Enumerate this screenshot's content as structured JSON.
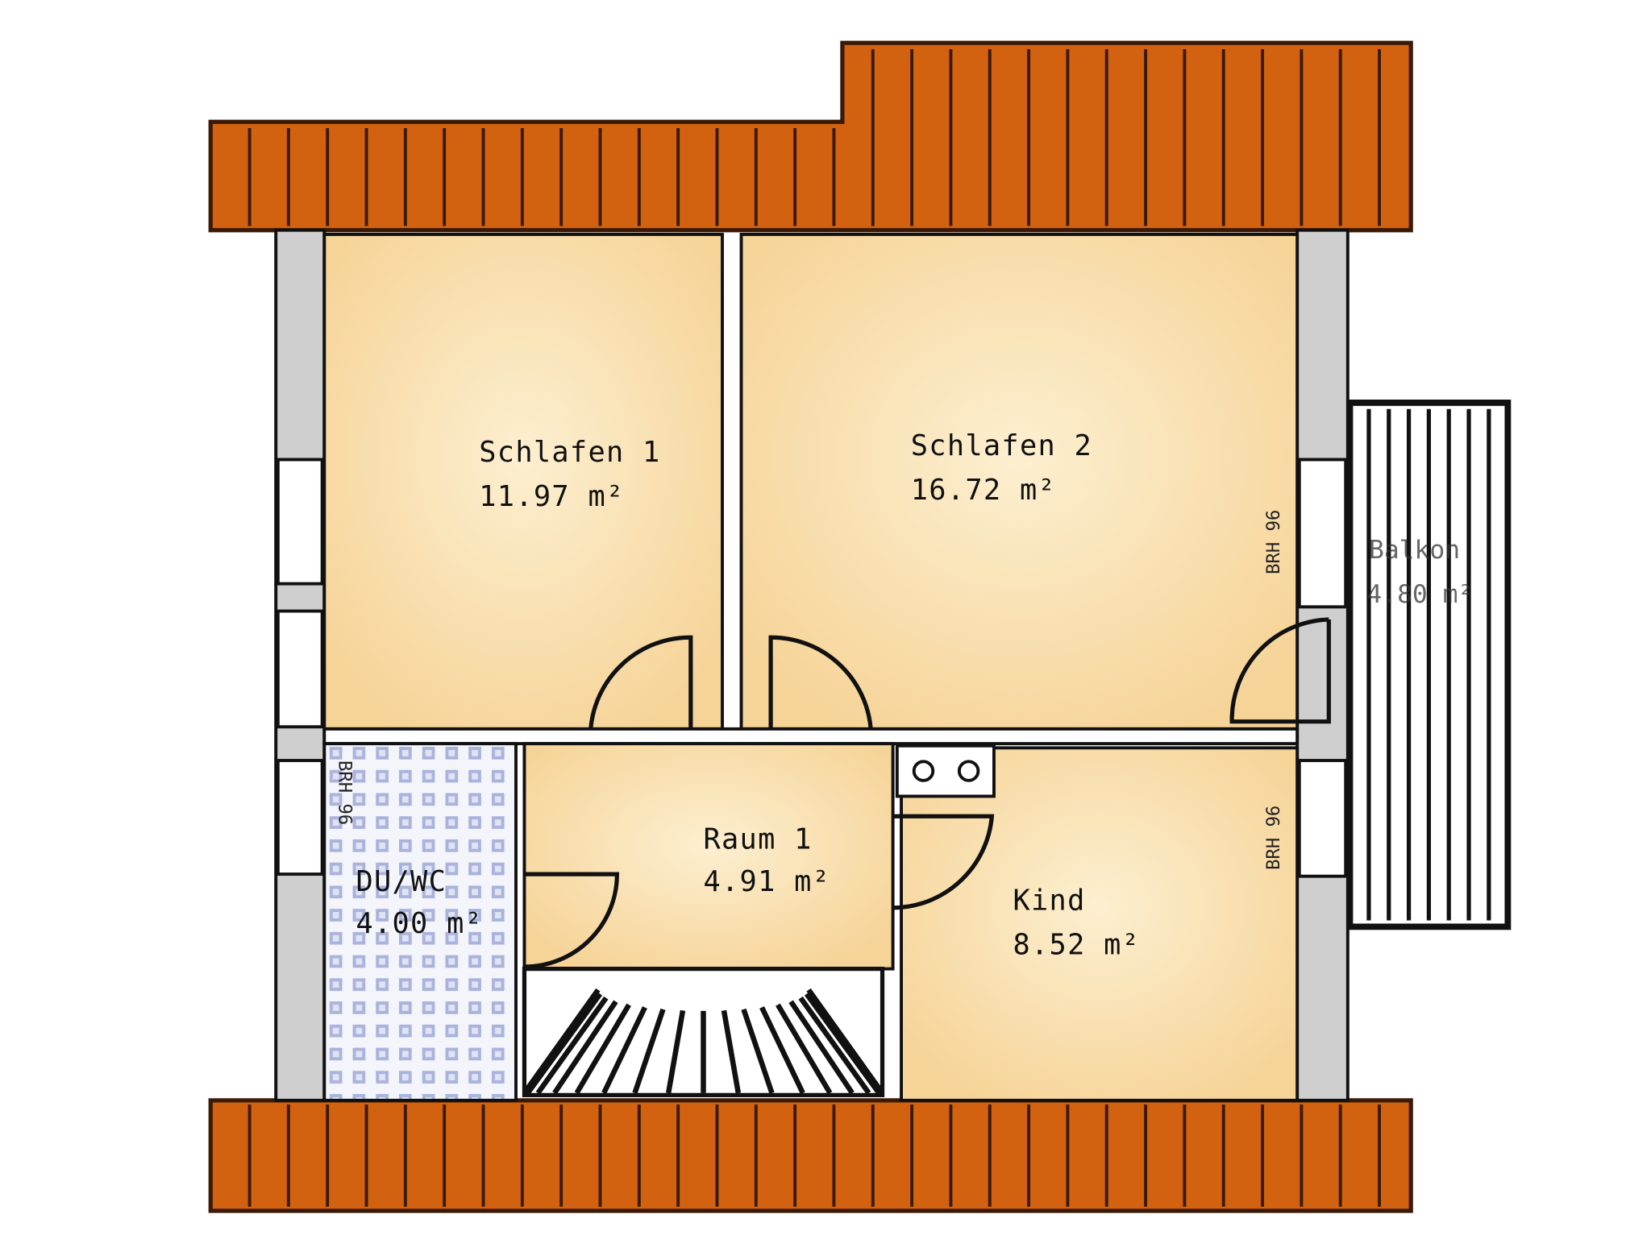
{
  "plan": {
    "rooms": [
      {
        "id": "schlafen1",
        "name": "Schlafen 1",
        "area": "11.97 m²"
      },
      {
        "id": "schlafen2",
        "name": "Schlafen 2",
        "area": "16.72 m²"
      },
      {
        "id": "raum1",
        "name": "Raum 1",
        "area": "4.91 m²"
      },
      {
        "id": "duwc",
        "name": "DU/WC",
        "area": "4.00 m²"
      },
      {
        "id": "kind",
        "name": "Kind",
        "area": "8.52 m²"
      },
      {
        "id": "balkon",
        "name": "Balkon",
        "area": "4.80 m²"
      }
    ],
    "brh_labels": [
      "BRH 96",
      "BRH 96",
      "BRH 96"
    ]
  },
  "colors": {
    "roof": "#d2620f",
    "roof_line": "#3a1a05",
    "room": "#f7d9a0",
    "room_light": "#fbecc9",
    "wall": "#c9c9c9",
    "tile": "#9aa6d6"
  }
}
